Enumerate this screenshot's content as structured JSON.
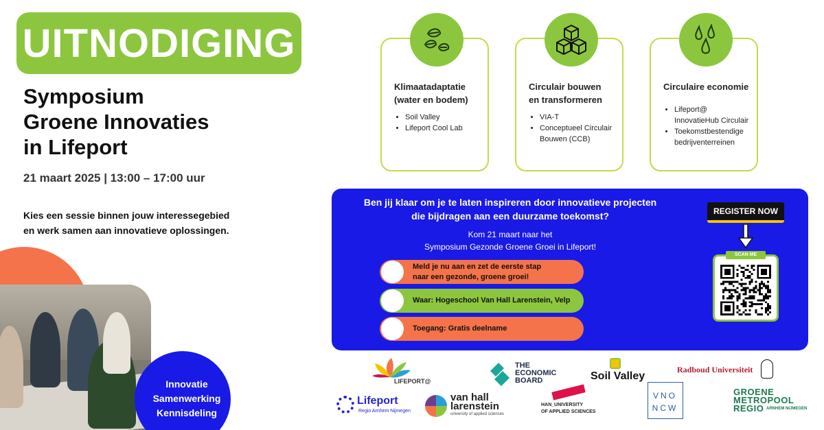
{
  "header": {
    "badge": "UITNODIGING",
    "title_lines": [
      "Symposium",
      "Groene Innovaties",
      "in Lifeport"
    ],
    "date": "21 maart 2025 | 13:00 – 17:00 uur",
    "intro_lines": [
      "Kies een sessie binnen jouw interessegebied",
      "en werk samen aan innovatieve oplossingen."
    ]
  },
  "tags": [
    "Innovatie",
    "Samenwerking",
    "Kennisdeling"
  ],
  "cards": [
    {
      "icon": "leaves-icon",
      "title_lines": [
        "Klimaatadaptatie",
        "(water en bodem)"
      ],
      "items": [
        "Soil Valley",
        "Lifeport Cool Lab"
      ]
    },
    {
      "icon": "cubes-icon",
      "title_lines": [
        "Circulair bouwen",
        "en transformeren"
      ],
      "items": [
        "VIA-T",
        "Conceptueel Circulair Bouwen (CCB)"
      ]
    },
    {
      "icon": "drops-icon",
      "title_lines": [
        "Circulaire economie"
      ],
      "items": [
        "Lifeport@ InnovatieHub Circulair",
        "Toekomstbestendige bedrijventerreinen"
      ]
    }
  ],
  "panel": {
    "question_lines": [
      "Ben jij klaar om je te laten inspireren door innovatieve projecten",
      "die bijdragen aan een duurzame toekomst?"
    ],
    "sub_lines": [
      "Kom 21 maart naar het",
      "Symposium Gezonde Groene Groei in Lifeport!"
    ],
    "rows": [
      {
        "lines": [
          "Meld je nu aan en zet de eerste stap",
          "naar een gezonde, groene groei!"
        ]
      },
      {
        "lines": [
          "Waar: Hogeschool Van Hall Larenstein, Velp"
        ]
      },
      {
        "lines": [
          "Toegang: Gratis deelname"
        ]
      }
    ],
    "register_label": "REGISTER NOW",
    "scan_label": "SCAN ME"
  },
  "logos": {
    "lifeport_at": "LIFEPORT@",
    "economic_board": [
      "THE",
      "ECONOMIC",
      "BOARD"
    ],
    "soil_valley": "Soil Valley",
    "radboud": "Radboud Universiteit",
    "lifeport": "Lifeport",
    "lifeport_sub": "Regio Arnhem Nijmegen",
    "vanhall": [
      "van hall",
      "larenstein"
    ],
    "vanhall_sub": "university of applied sciences",
    "han": [
      "HAN_UNIVERSITY",
      "OF APPLIED SCIENCES"
    ],
    "vnoncw": [
      "VNO",
      "NCW"
    ],
    "groene_metropool": [
      "GROENE",
      "METROPOOL",
      "REGIO"
    ],
    "groene_metropool_sub": "ARNHEM NIJMEGEN"
  },
  "colors": {
    "green": "#8cc63e",
    "blue": "#1a1ae6",
    "orange": "#f4734a",
    "yellow": "#f5c400"
  }
}
